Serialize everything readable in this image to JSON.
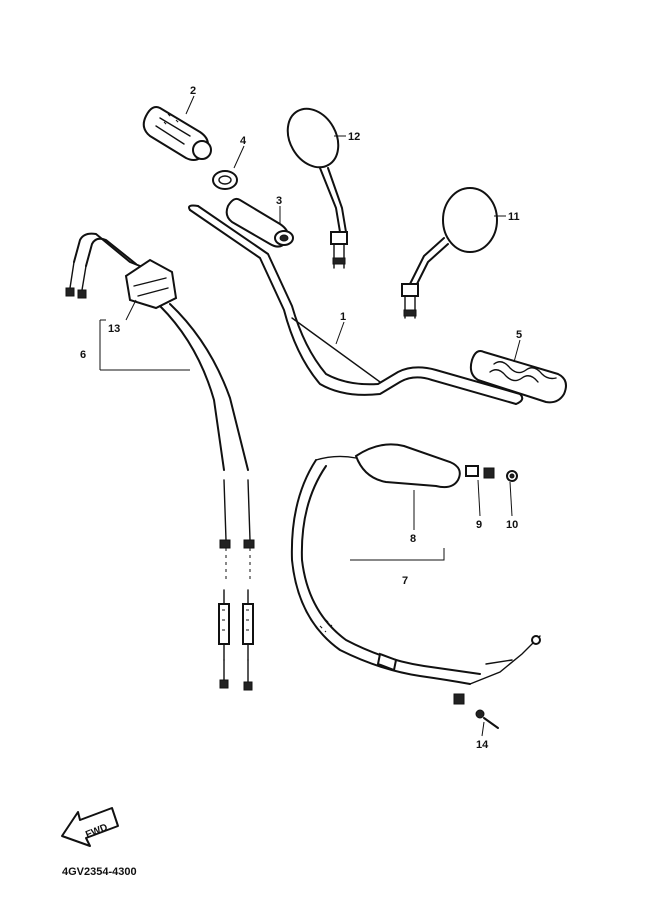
{
  "callouts": {
    "c1": "1",
    "c2": "2",
    "c3": "3",
    "c4": "4",
    "c5": "5",
    "c6": "6",
    "c7": "7",
    "c8": "8",
    "c9": "9",
    "c10": "10",
    "c11": "11",
    "c12": "12",
    "c13": "13",
    "c14": "14"
  },
  "fwd_label": "FWD",
  "diagram_code": "4GV2354-4300"
}
